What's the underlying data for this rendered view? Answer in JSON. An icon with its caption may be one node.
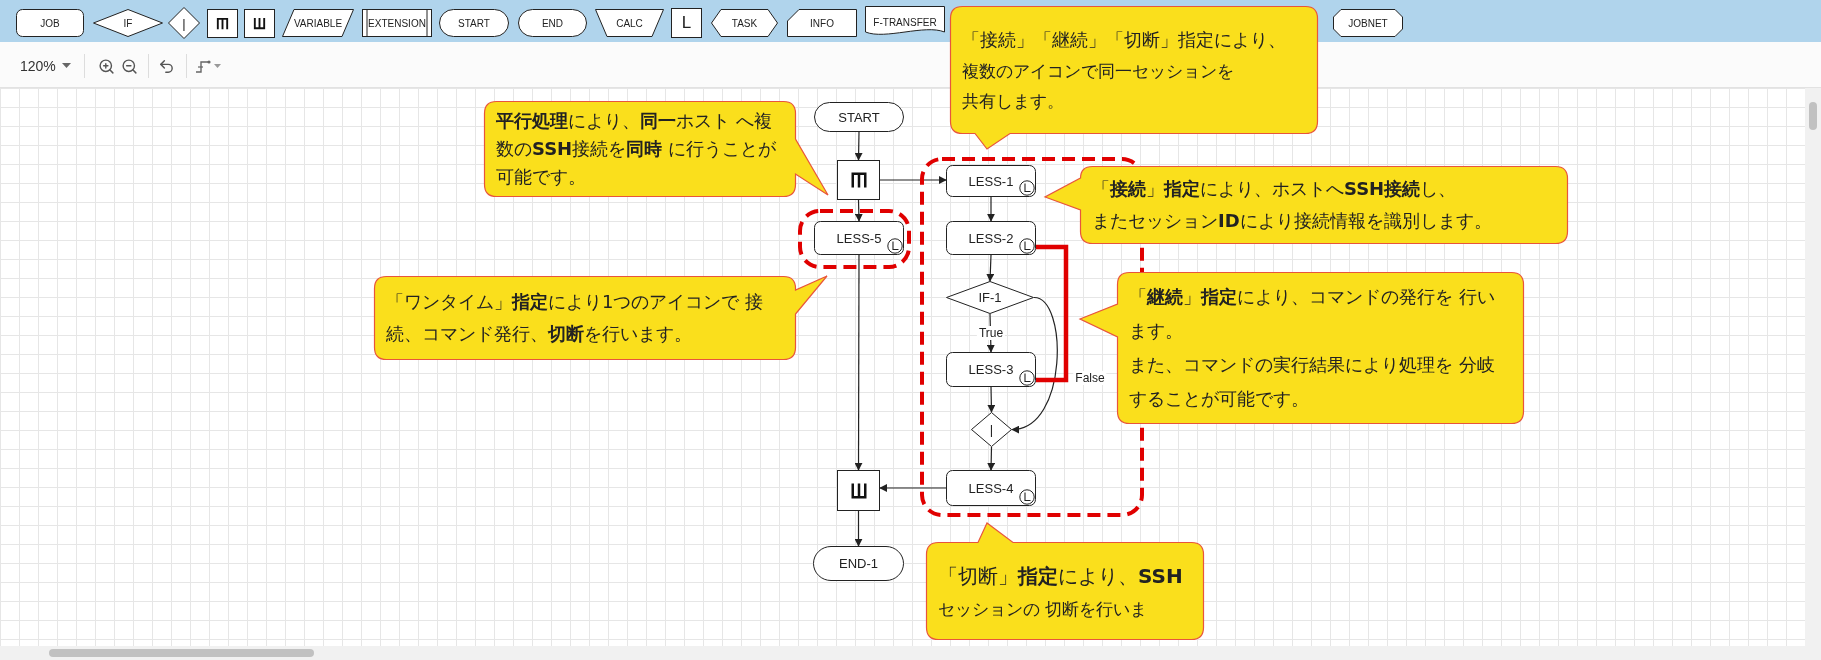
{
  "diagram": {
    "nodes": [
      {
        "text": [
          "JOB"
        ]
      },
      {
        "text": [
          "IF"
        ]
      },
      {
        "text": [
          "|"
        ]
      },
      {
        "text": [],
        "shape": "box"
      },
      {
        "text": [],
        "shape": "box"
      },
      {
        "text": [
          "VARIABLE"
        ]
      },
      {
        "text": [
          "EXTENSION"
        ]
      },
      {
        "text": [
          "START"
        ]
      },
      {
        "text": [
          "END"
        ]
      },
      {
        "text": [
          "CALC"
        ]
      },
      {
        "text": [
          "L"
        ]
      },
      {
        "text": [
          "TASK"
        ]
      },
      {
        "text": [
          "INFO"
        ]
      },
      {
        "text": [
          "F-TRANSFER"
        ]
      },
      {
        "text": [
          "JOBNET"
        ]
      },
      {
        "text": [
          "「接続」「継続」「切断」指定により、",
          "複数のアイコンで同一セッションを共有します。"
        ]
      },
      {
        "text": [
          "**平行処理**により、**同一**ホスト へ複数の**SSH**接続を**同時** に行うことが可能です。"
        ]
      },
      {
        "text": [
          "START"
        ]
      },
      {
        "text": [],
        "shape": "box"
      },
      {
        "text": [],
        "shape": "box"
      },
      {
        "text": [
          "LESS-5"
        ],
        "in": 19
      },
      {
        "text": [],
        "shape": "box"
      },
      {
        "text": [
          "LESS-1"
        ],
        "in": 21
      },
      {
        "text": [
          "「**接続**」**指定**により、ホストへ**SSH接続**し、",
          "またセッション**ID**により接続情報を識別します。"
        ]
      },
      {
        "text": [
          "LESS-2"
        ],
        "in": 21
      },
      {
        "text": [
          "IF-1"
        ],
        "in": 21
      },
      {
        "text": [
          "「ワンタイム」**指定**により1つのアイコンで 接続、コマンド発行、**切断**を行います。"
        ]
      },
      {
        "text": [
          "「**継続**」**指定**により、コマンドの発行を 行います。",
          "また、コマンドの実行結果により処理を 分岐することが可能です。"
        ]
      },
      {
        "text": [
          "LESS-3"
        ],
        "in": 21
      },
      {
        "text": [
          "|"
        ],
        "in": 21
      },
      {
        "text": [],
        "shape": "box"
      },
      {
        "text": [
          "LESS-4"
        ],
        "in": 21
      },
      {
        "text": [
          "END-1"
        ]
      },
      {
        "text": [
          "「切断」**指定**により、**SSH**",
          "セッションの 切断を行いま"
        ]
      }
    ],
    "edges": [
      {
        "from": 17,
        "to": 18,
        "arrow": "to"
      },
      {
        "from": 18,
        "to": 20,
        "arrow": "to"
      },
      {
        "from": 18,
        "to": 22,
        "arrow": "to"
      },
      {
        "from": 20,
        "to": 30,
        "arrow": "to"
      },
      {
        "from": 22,
        "to": 24,
        "arrow": "to"
      },
      {
        "from": 24,
        "to": 25,
        "arrow": "to"
      },
      {
        "from": 25,
        "to": 28,
        "arrow": "to",
        "label": "True"
      },
      {
        "from": 25,
        "to": 29,
        "arrow": "to",
        "label": "False"
      },
      {
        "from": 28,
        "to": 29,
        "arrow": "to"
      },
      {
        "from": 29,
        "to": 31,
        "arrow": "to"
      },
      {
        "from": 31,
        "to": 30,
        "arrow": "to"
      },
      {
        "from": 30,
        "to": 32,
        "arrow": "to"
      },
      {
        "from": 24,
        "to": 28,
        "arrow": "none",
        "style": "thick",
        "color": "#e00000"
      }
    ],
    "labels": [
      "120%"
    ]
  }
}
